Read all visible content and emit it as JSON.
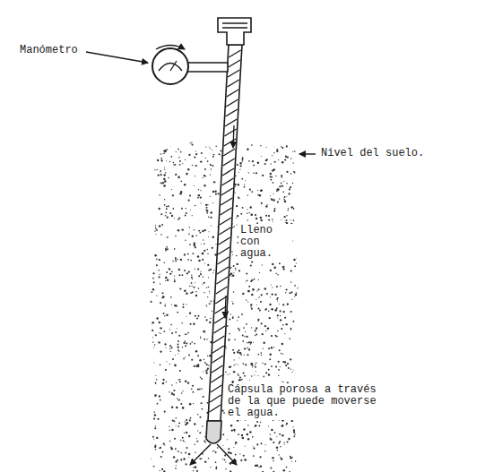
{
  "diagram": {
    "labels": [
      "Manómetro",
      "Nivel del suelo.",
      "Lleno con agua.",
      "Cápsula porosa a través de la que puede moverse el agua."
    ]
  }
}
